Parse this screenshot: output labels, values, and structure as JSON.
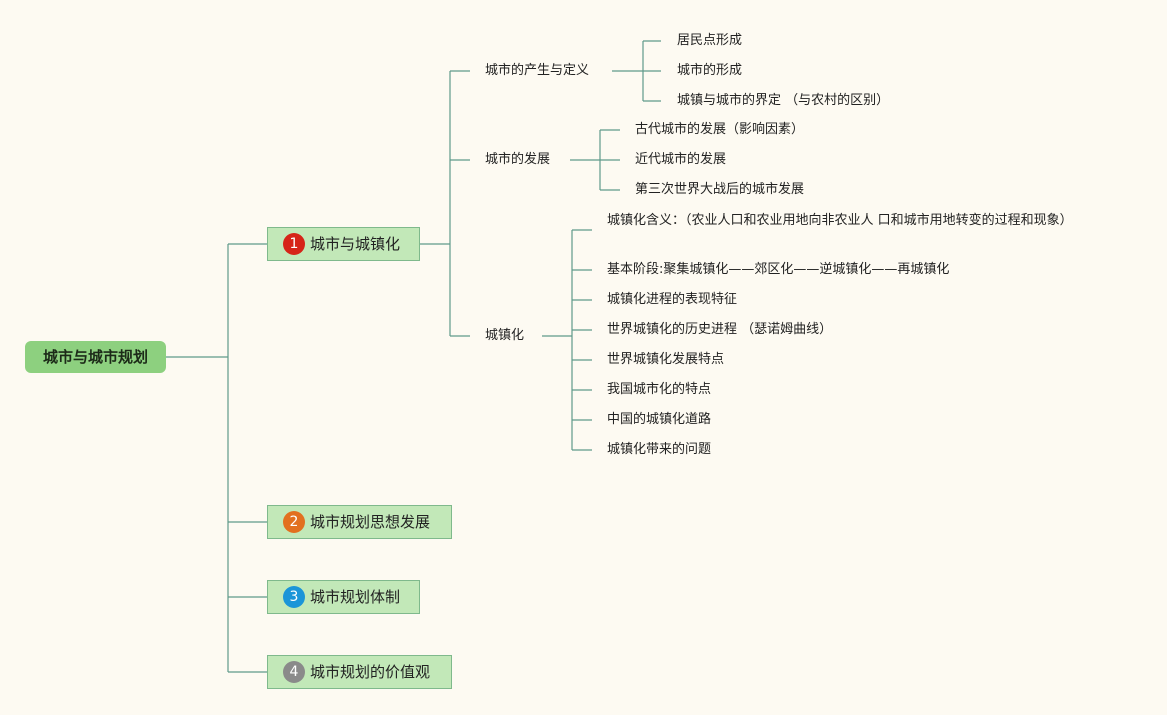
{
  "root": "城市与城市规划",
  "branches": [
    {
      "num": "1",
      "label": "城市与城镇化",
      "color": "#d62418"
    },
    {
      "num": "2",
      "label": "城市规划思想发展",
      "color": "#e2701f"
    },
    {
      "num": "3",
      "label": "城市规划体制",
      "color": "#1b95d8"
    },
    {
      "num": "4",
      "label": "城市规划的价值观",
      "color": "#8a8a8a"
    }
  ],
  "subtopics": [
    {
      "label": "城市的产生与定义",
      "items": [
        "居民点形成",
        "城市的形成",
        "城镇与城市的界定 （与农村的区别）"
      ]
    },
    {
      "label": "城市的发展",
      "items": [
        "古代城市的发展（影响因素）",
        "近代城市的发展",
        "第三次世界大战后的城市发展"
      ]
    },
    {
      "label": "城镇化",
      "items": [
        "城镇化含义：（农业人口和农业用地向非农业人 口和城市用地转变的过程和现象）",
        "基本阶段:聚集城镇化——郊区化——逆城镇化——再城镇化",
        "城镇化进程的表现特征",
        "世界城镇化的历史进程 （瑟诺姆曲线）",
        "世界城镇化发展特点",
        "我国城市化的特点",
        "中国的城镇化道路",
        "城镇化带来的问题"
      ]
    }
  ]
}
